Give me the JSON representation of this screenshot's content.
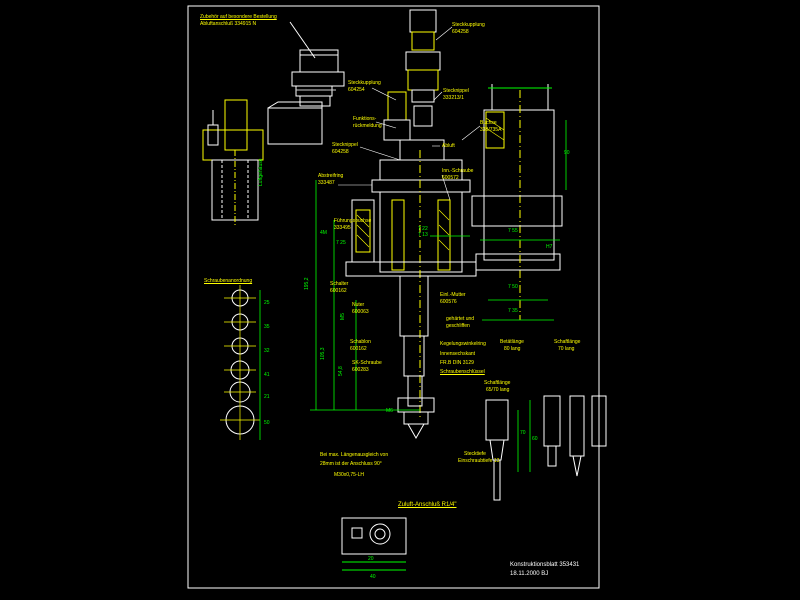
{
  "labels": {
    "zubehoer_1": "Zubehör auf besondere Bestellung",
    "zubehoer_2": "Abluftanschluß 334915 N",
    "steckkupplung_top_1": "Steckkupplung",
    "steckkupplung_top_2": "604258",
    "steckkupplung_mid_1": "Steckkupplung",
    "steckkupplung_mid_2": "604254",
    "steckni_1": "Stecknippel",
    "steckni_2": "333213/1",
    "funktions_1": "Funktions-",
    "funktions_2": "rückmeldung",
    "buchse_1": "Buchse",
    "buchse_2": "333/735A",
    "stecknippel_1": "Stecknippel",
    "stecknippel_2": "604258",
    "abluft": "Abluft",
    "abstreifring_1": "Abstreifring",
    "abstreifring_2": "333487",
    "innen_schraube_1": "Inn.-Schraube",
    "innen_schraube_2": "600572",
    "fuehrung_1": "Führungsbuchse",
    "fuehrung_2": "333495",
    "schalter_1": "Schalter",
    "schalter_2": "600162",
    "nuter_1": "Nuter",
    "nuter_2": "600063",
    "schablon_1": "Schablon",
    "schablon_2": "600162",
    "sk_schraube_1": "SK-Schraube",
    "sk_schraube_2": "600283",
    "einl_mutter_1": "Einl.-Mutter",
    "einl_mutter_2": "600576",
    "gehaertet_1": "gehärtet und",
    "gehaertet_2": "geschliffen",
    "kegel_1": "Kegelungswinkelring",
    "innensechskant": "Innensechskant",
    "form_din": "FR.B DIN 3129",
    "schraubenschluessel": "Schraubenschlüssel",
    "betriebslaenge_1": "Betätlänge",
    "betriebslaenge_2": "80 lang",
    "schaftlaenge_1": "Schaftlänge",
    "schaftlaenge_2": "70 lang",
    "schaftlaenge_3": "Schaftlänge",
    "schaftlaenge_4": "65/70 lang",
    "stecktiefe_1": "Stecktiefe",
    "stecktiefe_2": "Einschraubtiefe 13",
    "bei_max_1": "Bei max. Längenausgleich von",
    "bei_max_2": "28mm ist der Anschluss 90°",
    "gewinde": "M30x0,75-LH",
    "zuluft": "Zuluft-Anschluß R1/4\"",
    "schraubenanordnung": "Schraubenanordnung",
    "luftgehaeuse": "Luftgehäuse",
    "konstruktion_1": "Konstruktionsblatt  353431",
    "konstruktion_2": "18.11.2000  BJ",
    "dim_4m": "4M",
    "dim_7_25": "7 25",
    "dim_7_55": "7 55",
    "dim_7_50": "7 50",
    "dim_7_35": "7 35",
    "dim_7_13": "7 13",
    "dim_7_22": "7 22",
    "dim_1952": "195,2",
    "dim_1053": "105,3",
    "dim_54_8": "54,8",
    "dim_25": "25",
    "dim_35": "35",
    "dim_32": "32",
    "dim_41": "41",
    "dim_21": "21",
    "dim_70": "70",
    "dim_60": "60",
    "dim_50": "50",
    "dim_90": "90",
    "dim_40": "40",
    "dim_m5": "M5",
    "dim_m6": "M6",
    "dim_h7": "H7",
    "dim_20": "20"
  }
}
